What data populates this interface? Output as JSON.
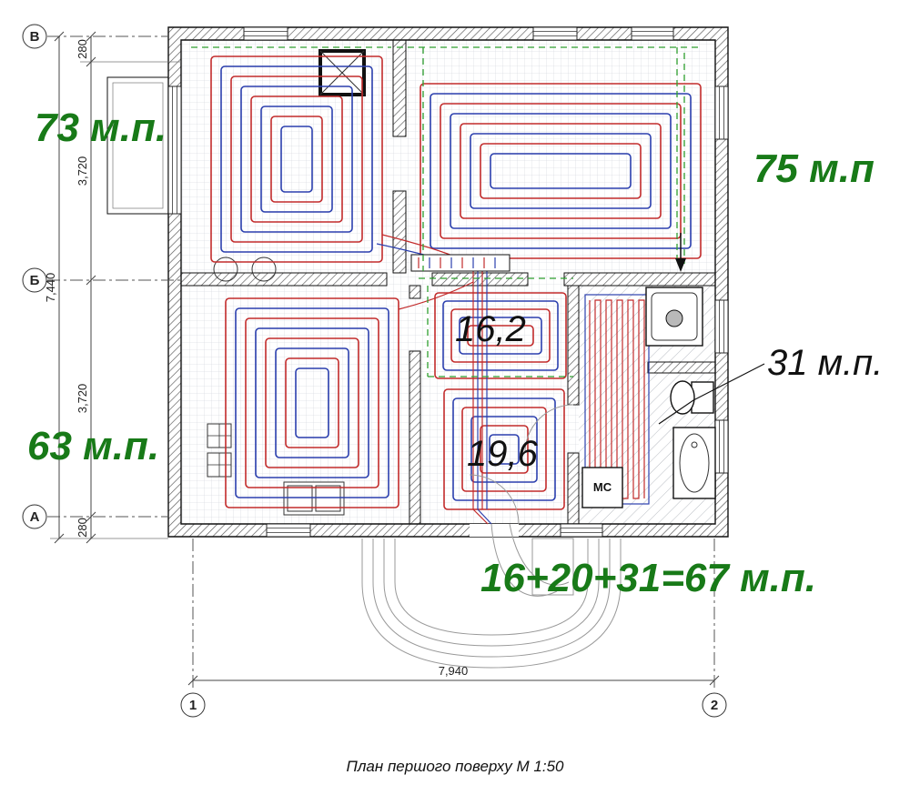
{
  "title": {
    "caption": "План першого поверху М 1:50"
  },
  "axis": {
    "row_top": "В",
    "row_mid": "Б",
    "row_bottom": "А",
    "col_left": "1",
    "col_right": "2"
  },
  "dims": {
    "seg_top": "280",
    "seg_upper": "3,720",
    "seg_lower": "3,720",
    "seg_bottom": "280",
    "total_left": "7,440",
    "total_bottom": "7,940"
  },
  "zones": {
    "top_left": "73 м.п.",
    "top_right": "75 м.п",
    "bottom_left": "63 м.п.",
    "bath": "31 м.п.",
    "sum": "16+20+31=67 м.п.",
    "room_a": "16,2",
    "room_b": "19,6"
  },
  "labels": {
    "mc": "МС"
  },
  "colors": {
    "annotation_green": "#187a18",
    "pipe_red": "#c22b2b",
    "pipe_blue": "#2b3fae",
    "supply_green_dashed": "#2e9e2e",
    "wall_black": "#111111",
    "grid_gray": "#ccd0d8"
  }
}
